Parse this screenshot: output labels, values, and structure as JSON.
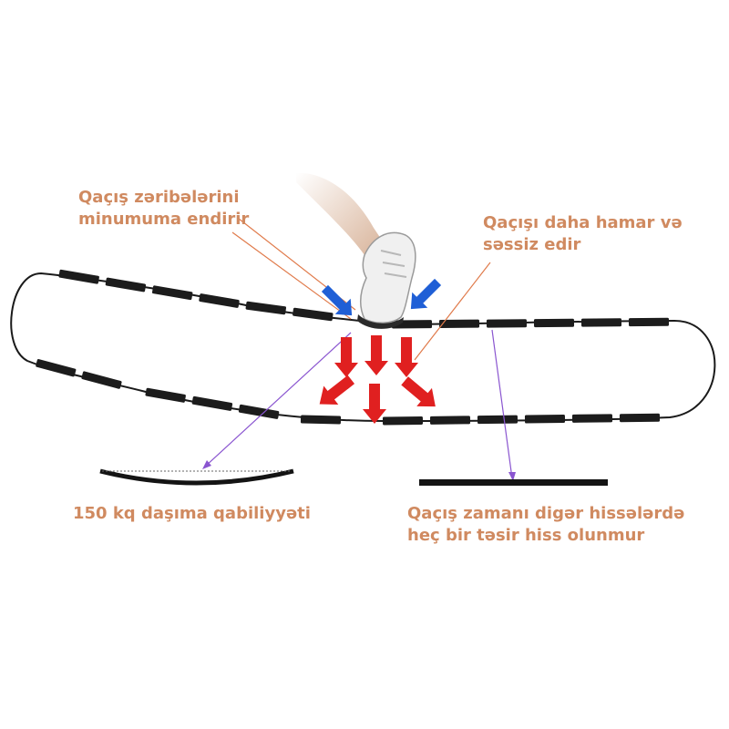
{
  "colors": {
    "label_text": "#d08a60",
    "belt_outline": "#1a1a1a",
    "belt_slat": "#1c1c1c",
    "leader_orange": "#e07a4a",
    "leader_purple": "#8a55d0",
    "arrow_blue": "#1f5fd6",
    "arrow_red": "#e02020",
    "platform_black": "#141414",
    "shoe": "#f0f0f0",
    "leg": "#d9b59c"
  },
  "labels": {
    "impact_reduction": [
      "Qaçış zəribələrini",
      "minumuma endirir"
    ],
    "smoother_quieter": [
      "Qaçışı daha hamar və",
      "səssiz edir"
    ],
    "load_capacity": [
      "150 kq daşıma qabiliyyəti"
    ],
    "no_effect_elsewhere": [
      "Qaçış zamanı digər hissələrdə",
      "heç bir təsir hiss olunmur"
    ]
  },
  "icons": {
    "foot": "running-shoe-icon",
    "downward_force": "red-arrow-icon",
    "inward_force": "blue-arrow-icon"
  }
}
